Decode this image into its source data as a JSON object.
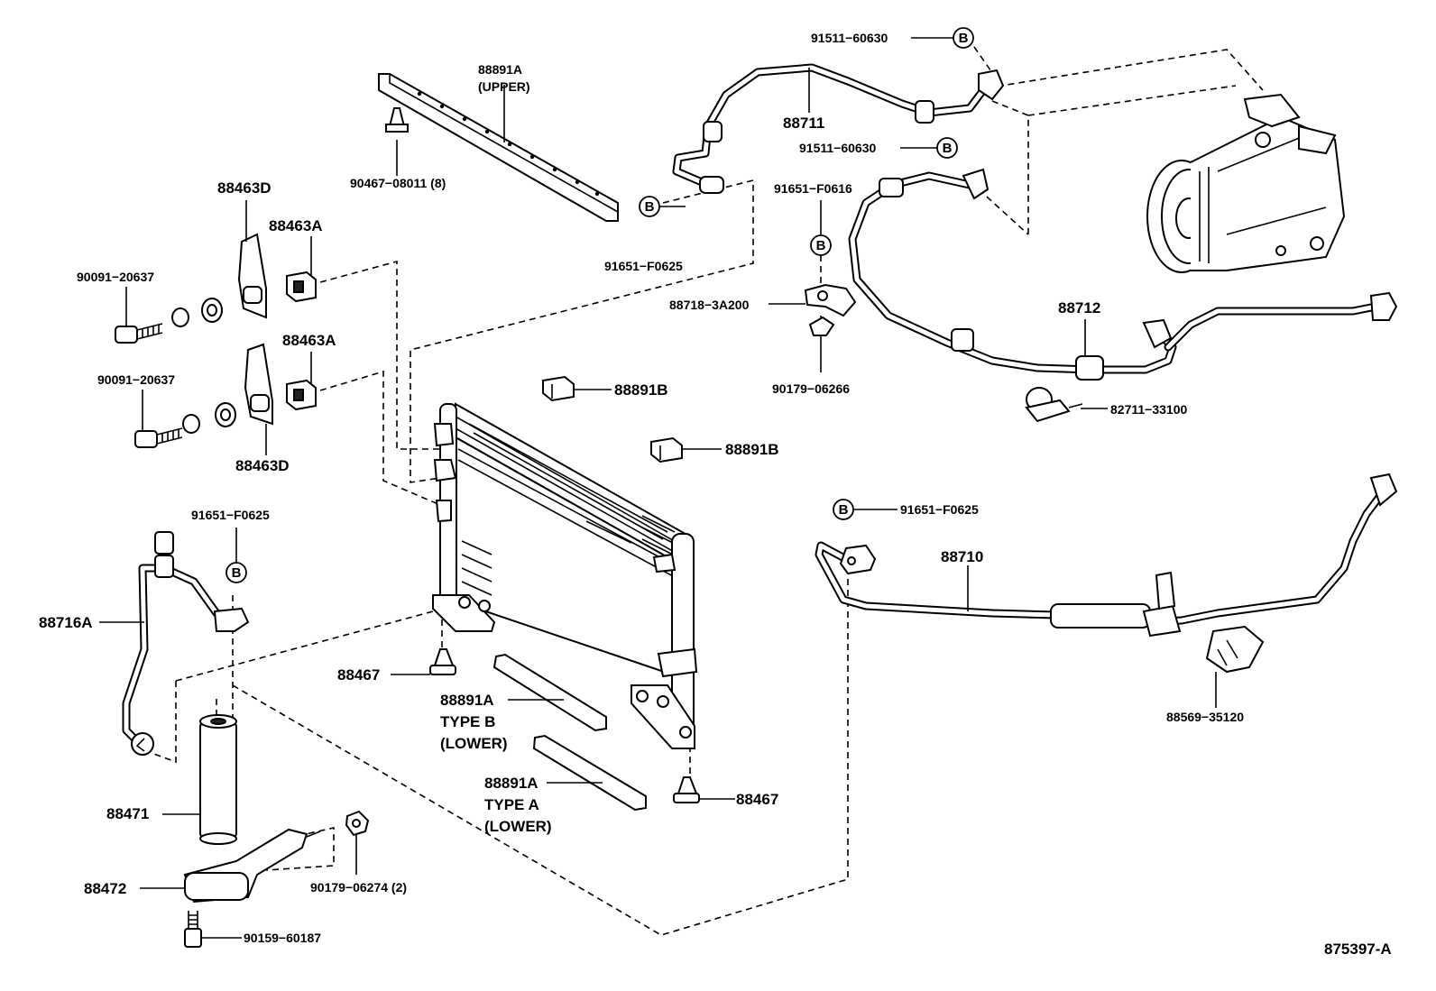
{
  "diagram_id": "875397-A",
  "labels": {
    "p88891A_upper": "88891A",
    "upper": "(UPPER)",
    "p90467": "90467−08011 (8)",
    "p88463D_top": "88463D",
    "p88463A_top": "88463A",
    "p90091_top": "90091−20637",
    "p88463A_bot": "88463A",
    "p90091_bot": "90091−20637",
    "p88463D_bot": "88463D",
    "p91651_F0625_left": "91651−F0625",
    "p88716A": "88716A",
    "p88471": "88471",
    "p88472": "88472",
    "p90179_06274": "90179−06274 (2)",
    "p90159": "90159−60187",
    "p88467_top": "88467",
    "p88891A_typeB": "88891A",
    "typeB": "TYPE B",
    "lowerB": "(LOWER)",
    "p88891A_typeA": "88891A",
    "typeA": "TYPE A",
    "lowerA": "(LOWER)",
    "p88467_bot": "88467",
    "p88891B_top": "88891B",
    "p88891B_bot": "88891B",
    "p91511_top": "91511−60630",
    "p88711": "88711",
    "p91511_mid": "91511−60630",
    "p91651_F0616": "91651−F0616",
    "p91651_F0625_mid": "91651−F0625",
    "p88718": "88718−3A200",
    "p90179_06266": "90179−06266",
    "p88712": "88712",
    "p82711": "82711−33100",
    "p91651_F0625_right": "91651−F0625",
    "p88710": "88710",
    "p88569": "88569−35120"
  },
  "b_mark": "B"
}
